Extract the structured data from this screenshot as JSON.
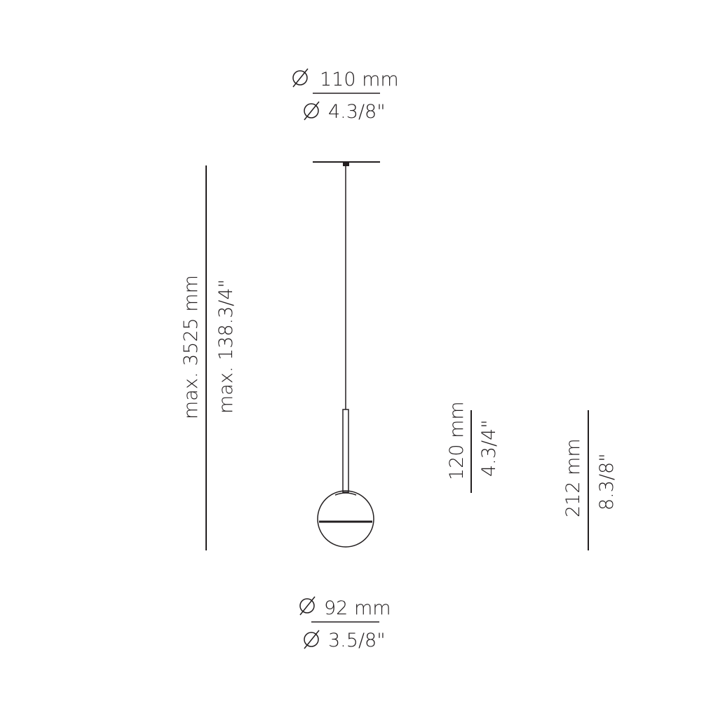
{
  "canopy": {
    "diameter_symbol": "∅",
    "metric": "110 mm",
    "imperial": "4.3/8\""
  },
  "total_height": {
    "metric": "max. 3525 mm",
    "imperial": "max. 138.3/4\""
  },
  "shade_neck_height": {
    "metric": "120 mm",
    "imperial": "4.3/4\""
  },
  "fixture_height": {
    "metric": "212 mm",
    "imperial": "8.3/8\""
  },
  "globe": {
    "diameter_symbol": "∅",
    "metric": "92 mm",
    "imperial": "3.5/8\""
  }
}
